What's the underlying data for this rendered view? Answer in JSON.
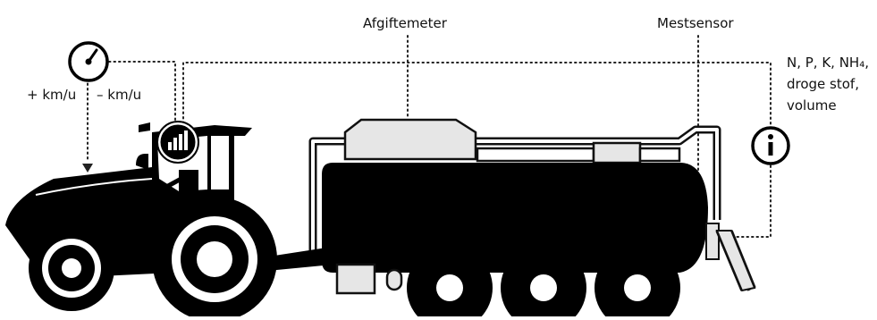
{
  "labels": {
    "afgiftemeter": "Afgiftemeter",
    "mestsensor": "Mestsensor",
    "speed_up": "+ km/u",
    "speed_down": "– km/u",
    "nutrients": [
      "N, P, K, NH₄,",
      "droge stof,",
      "volume"
    ]
  },
  "icons": {
    "gauge": "speedometer-icon",
    "bars": "bar-chart-icon",
    "info": "info-icon"
  },
  "colors": {
    "ink": "#000000",
    "tank_light": "#e6e6e6",
    "line": "#222222"
  }
}
